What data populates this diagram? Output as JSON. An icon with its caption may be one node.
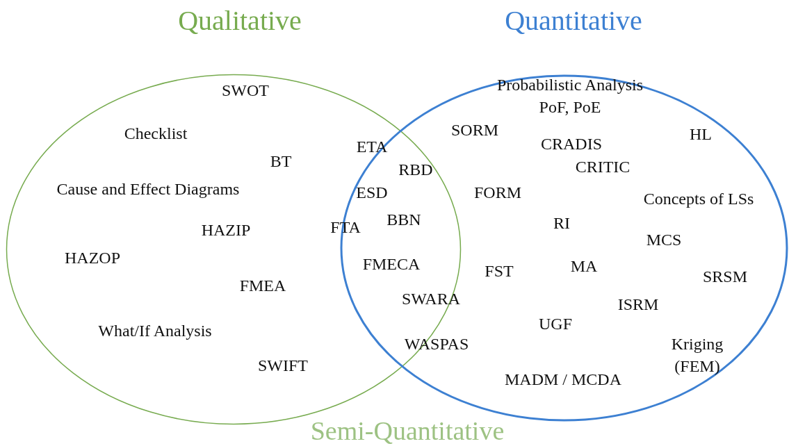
{
  "diagram": {
    "nodes": [
      {
        "text": [
          "Qualitative"
        ]
      },
      {
        "text": [
          "Quantitative"
        ]
      }
    ],
    "labels": [
      "Probabilistic Analysis PoF, PoE",
      "SWOT",
      "SORM",
      "Checklist",
      "HL",
      "CRADIS",
      "ETA",
      "BT",
      "CRITIC",
      "RBD",
      "Cause and Effect Diagrams",
      "ESD",
      "FORM",
      "Concepts of LSs",
      "BBN",
      "RI",
      "FTA",
      "HAZIP",
      "MCS",
      "HAZOP",
      "FMECA",
      "MA",
      "FST",
      "SRSM",
      "FMEA",
      "SWARA",
      "ISRM",
      "UGF",
      "What/If Analysis",
      "Kriging (FEM)",
      "WASPAS",
      "SWIFT",
      "MADM / MCDA",
      "Semi-Quantitative"
    ]
  }
}
